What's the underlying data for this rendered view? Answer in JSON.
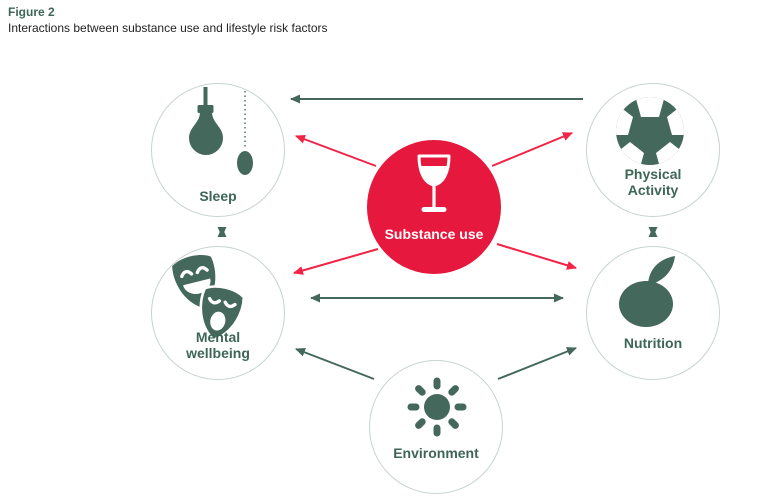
{
  "header": {
    "figure_label": "Figure 2",
    "title": "Interactions between substance use and lifestyle risk factors"
  },
  "diagram": {
    "nodes": {
      "substance_use": {
        "label": "Substance use",
        "icon": "wine-glass-icon",
        "fill": "#E6183E",
        "text_color": "#FFFFFF"
      },
      "sleep": {
        "label": "Sleep",
        "icon": "lightbulb-pull-cord-icon"
      },
      "physical_activity": {
        "label": "Physical\nActivity",
        "icon": "soccer-ball-icon"
      },
      "mental_wellbeing": {
        "label": "Mental\nwellbeing",
        "icon": "theatre-masks-icon"
      },
      "nutrition": {
        "label": "Nutrition",
        "icon": "apple-icon"
      },
      "environment": {
        "label": "Environment",
        "icon": "sun-icon"
      }
    },
    "edges": [
      {
        "from": "substance_use",
        "to": "sleep",
        "color": "red",
        "heads": "single"
      },
      {
        "from": "substance_use",
        "to": "physical_activity",
        "color": "red",
        "heads": "single"
      },
      {
        "from": "substance_use",
        "to": "mental_wellbeing",
        "color": "red",
        "heads": "single"
      },
      {
        "from": "substance_use",
        "to": "nutrition",
        "color": "red",
        "heads": "single"
      },
      {
        "from": "physical_activity",
        "to": "sleep",
        "color": "green",
        "heads": "single"
      },
      {
        "from": "sleep",
        "to": "mental_wellbeing",
        "color": "green",
        "heads": "double"
      },
      {
        "from": "physical_activity",
        "to": "nutrition",
        "color": "green",
        "heads": "double"
      },
      {
        "from": "mental_wellbeing",
        "to": "nutrition",
        "color": "green",
        "heads": "double"
      },
      {
        "from": "environment",
        "to": "mental_wellbeing",
        "color": "green",
        "heads": "single"
      },
      {
        "from": "environment",
        "to": "nutrition",
        "color": "green",
        "heads": "single"
      }
    ],
    "colors": {
      "substance_red": "#E6183E",
      "arrow_red": "#F22347",
      "green": "#44685C",
      "circle_border": "#C7D4CD",
      "title_green": "#3E6657",
      "text_dark": "#232323"
    }
  }
}
